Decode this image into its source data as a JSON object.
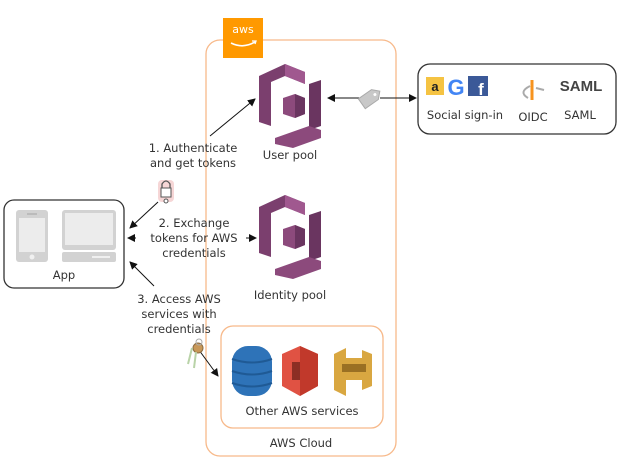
{
  "diagram": {
    "aws_badge": "aws",
    "aws_cloud_label": "AWS Cloud",
    "app_label": "App",
    "user_pool_label": "User pool",
    "identity_pool_label": "Identity pool",
    "other_services_label": "Other AWS services",
    "providers": {
      "social_label": "Social sign-in",
      "oidc_label": "OIDC",
      "saml_label": "SAML",
      "saml_logo": "SAML",
      "amazon_logo": "a"
    },
    "steps": [
      {
        "line1": "1. Authenticate",
        "line2": "and get tokens"
      },
      {
        "line1": "2. Exchange",
        "line2": "tokens for AWS",
        "line3": "credentials"
      },
      {
        "line1": "3. Access AWS",
        "line2": "services with",
        "line3": "credentials"
      }
    ],
    "colors": {
      "aws_orange": "#FF9900",
      "cloud_border": "#F7B98A",
      "cognito_purple": "#8C4A7C",
      "dynamodb_blue": "#2E73B8",
      "s3_red": "#E05243",
      "api_gold": "#D9A741"
    }
  }
}
